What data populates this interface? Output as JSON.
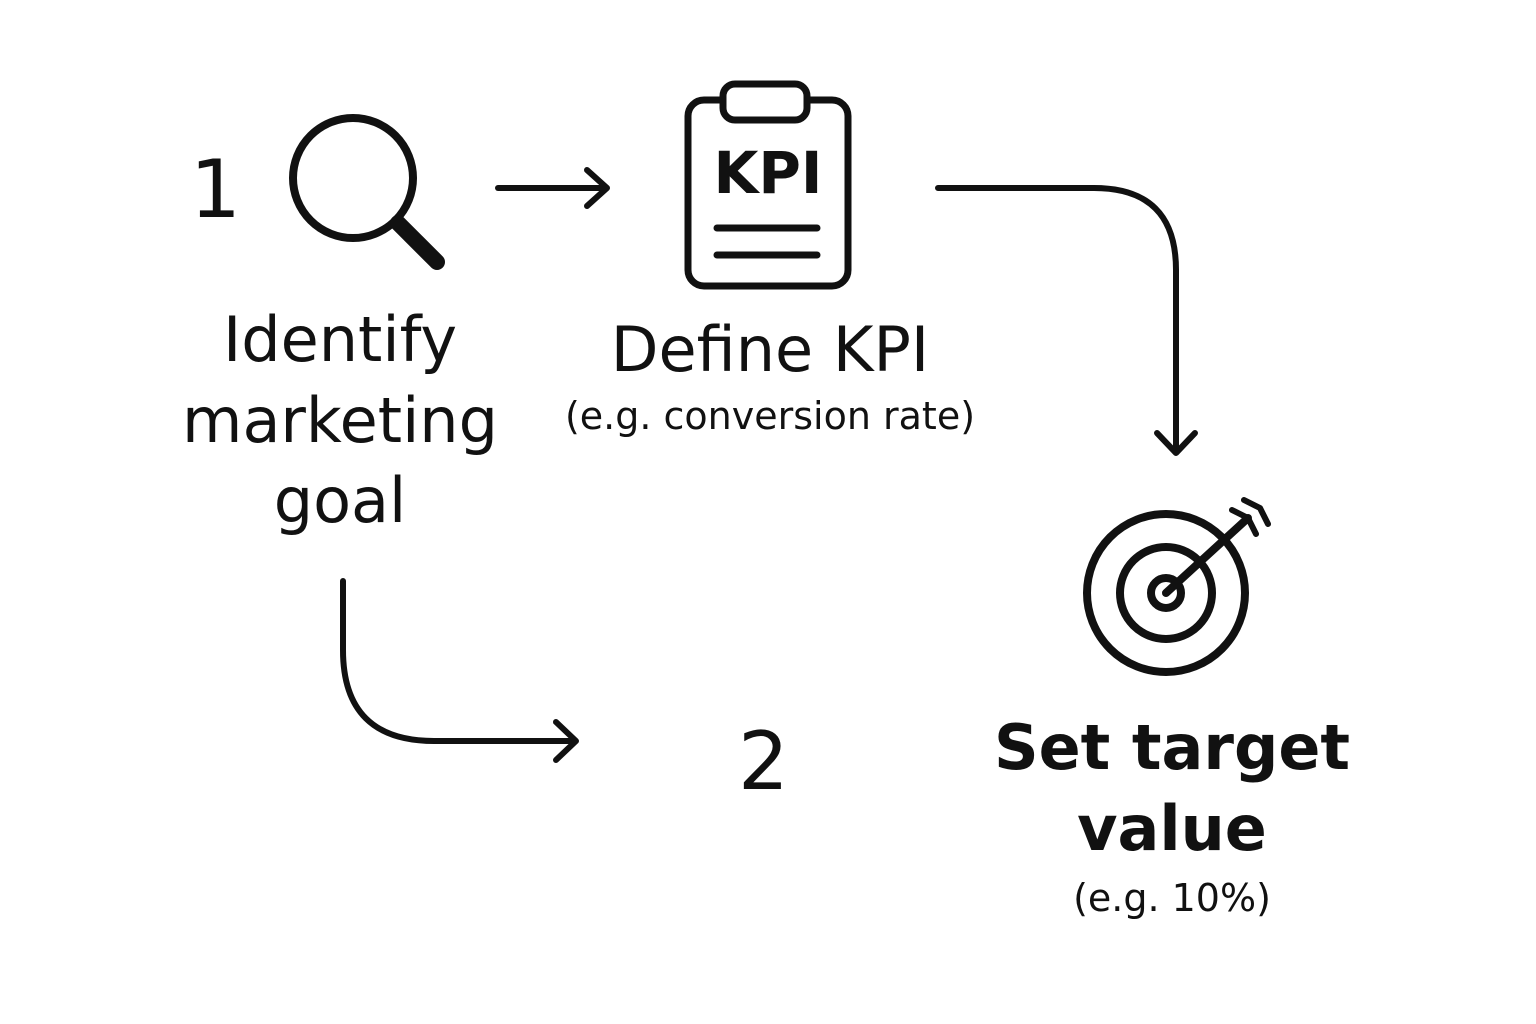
{
  "steps": {
    "step1": {
      "number": "1",
      "label_line1": "Identify",
      "label_line2": "marketing",
      "label_line3": "goal",
      "icon": "magnifier-icon"
    },
    "step2": {
      "label": "Define KPI",
      "example": "(e.g. conversion rate)",
      "badge": "KPI",
      "icon": "clipboard-icon"
    },
    "step3": {
      "label_line1": "Set target",
      "label_line2": "value",
      "example": "(e.g. 10%)",
      "icon": "target-arrow-icon"
    },
    "step_number_2": "2"
  },
  "colors": {
    "stroke": "#111111",
    "background": "#ffffff"
  }
}
